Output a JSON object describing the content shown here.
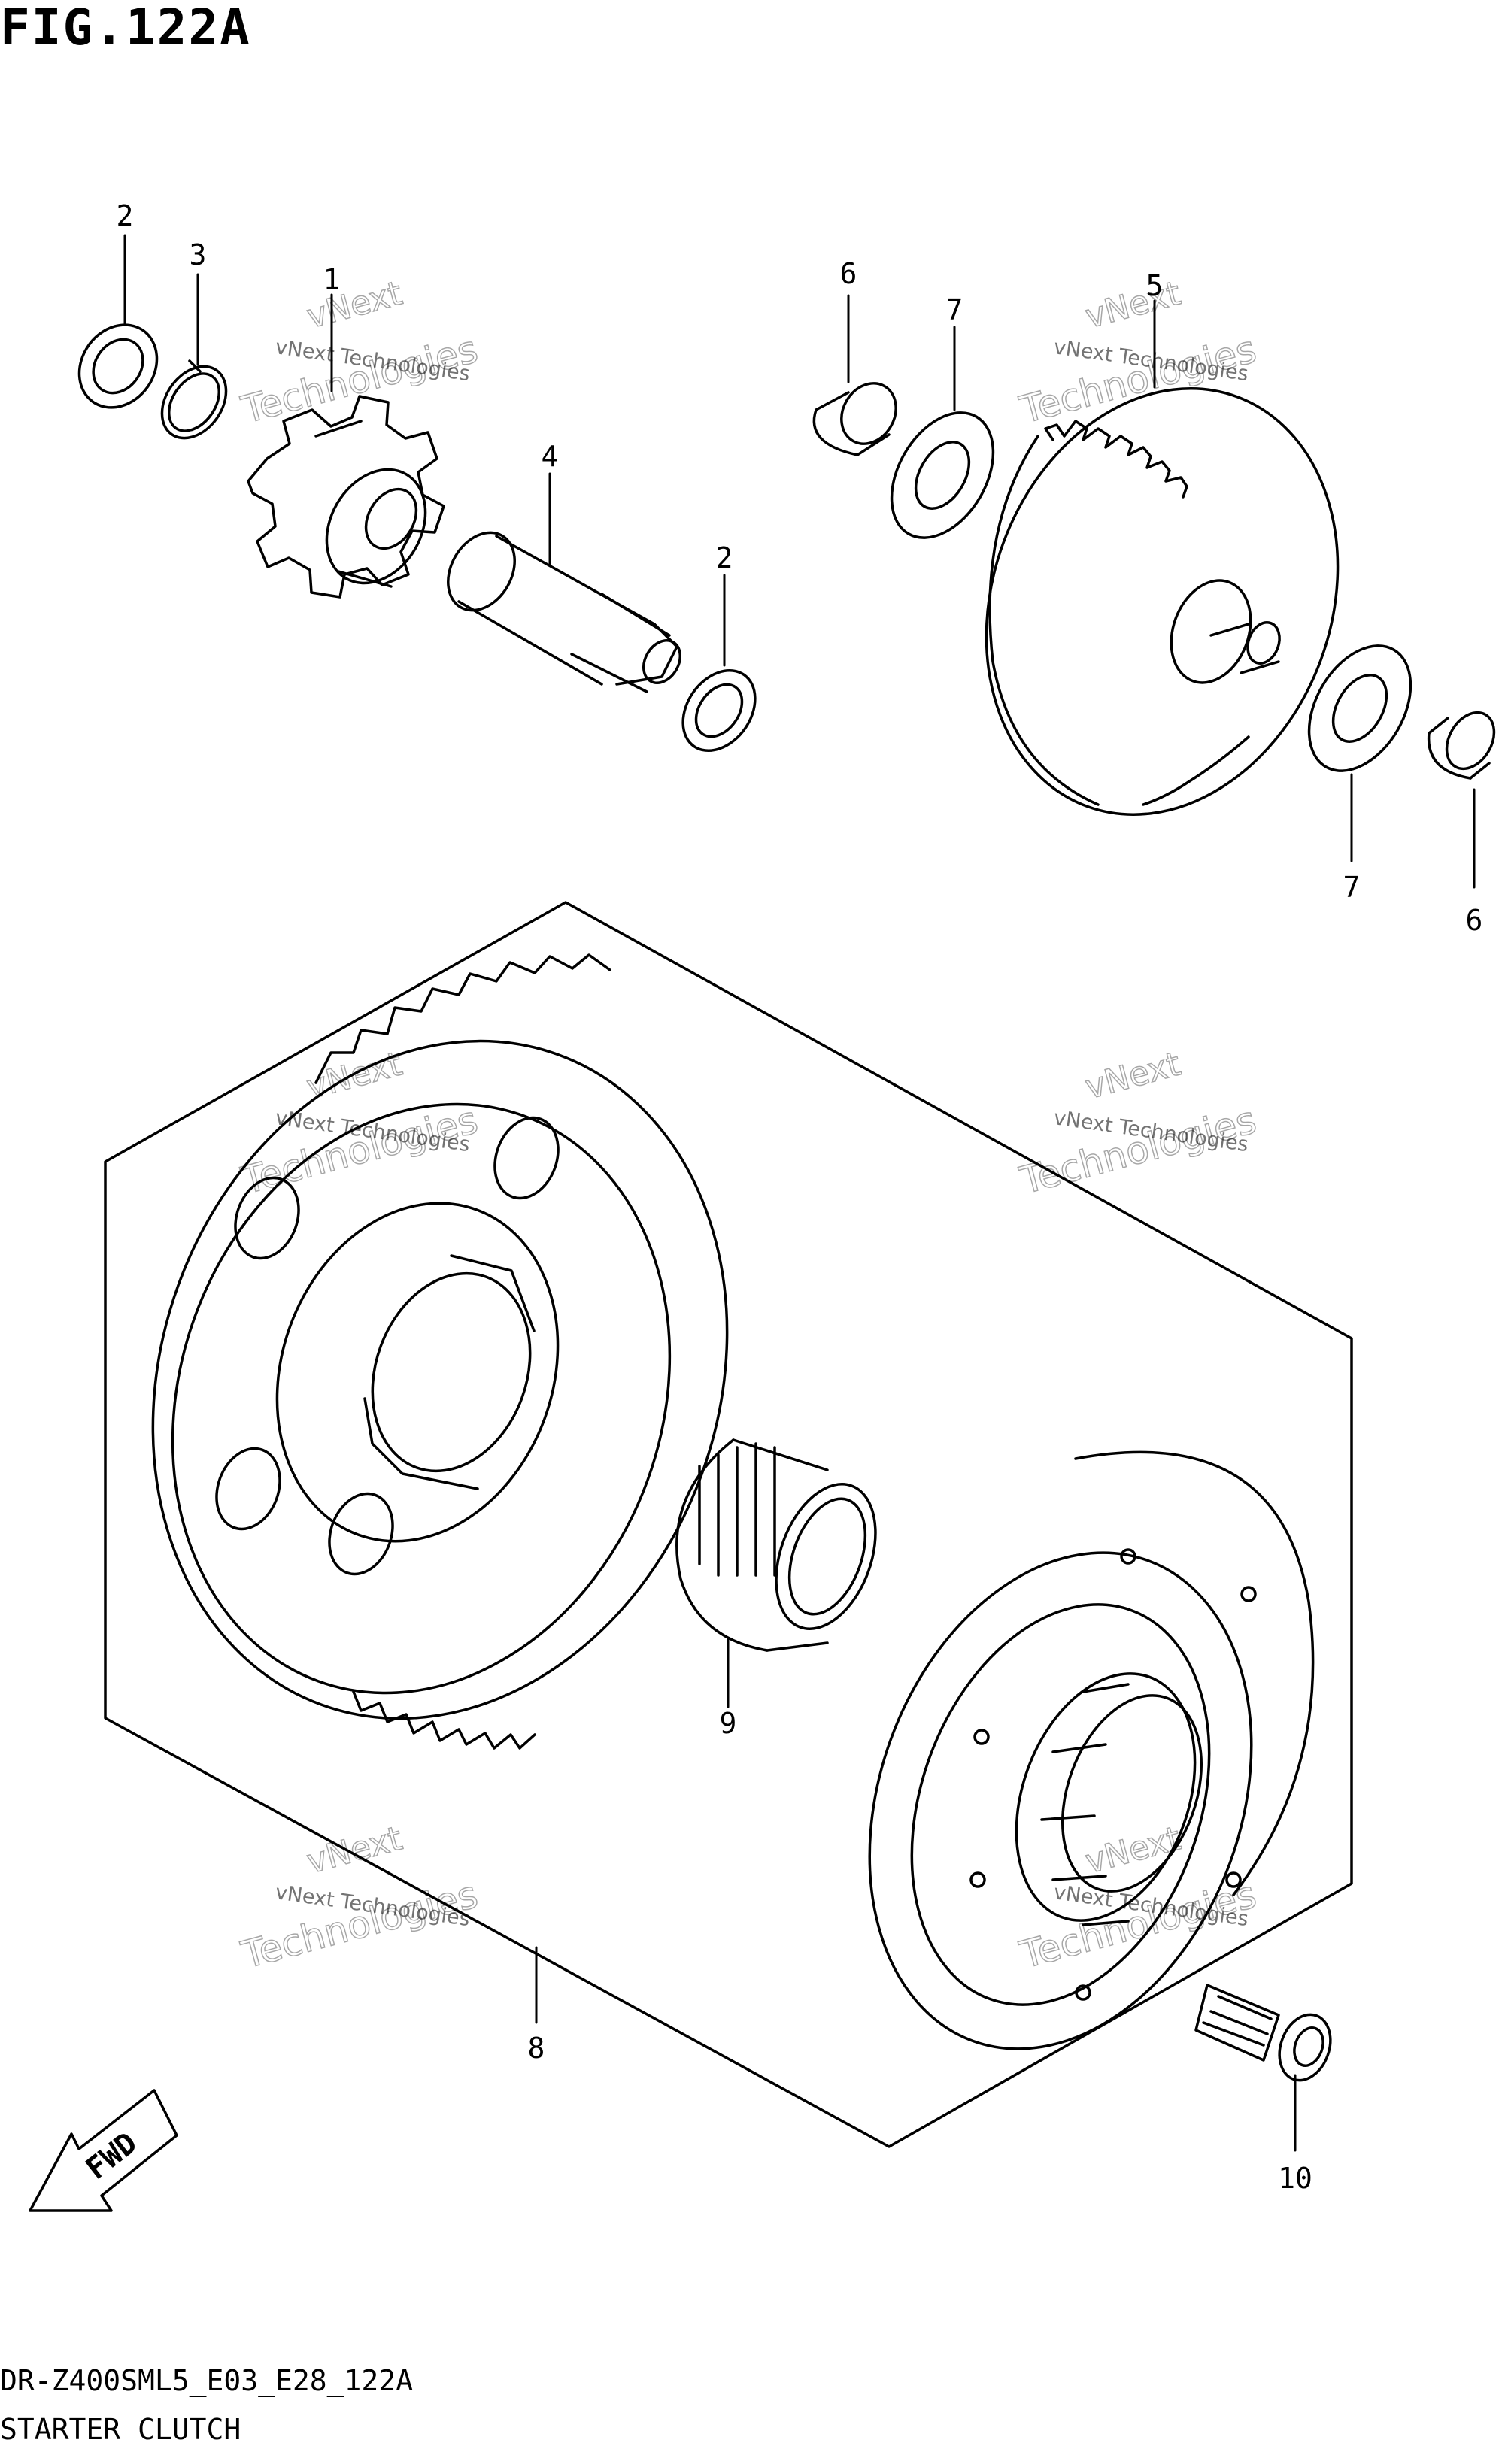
{
  "figure": {
    "title": "FIG.122A"
  },
  "footer": {
    "model_code": "DR-Z400SML5_E03_E28_122A",
    "diagram_name": "STARTER CLUTCH"
  },
  "callouts": [
    "1",
    "2",
    "2",
    "3",
    "4",
    "5",
    "6",
    "6",
    "7",
    "7",
    "8",
    "9",
    "10"
  ],
  "fwd_label": "FWD",
  "watermark": {
    "line1": "vNext Technologies",
    "line2": "vNext",
    "line3": "Technologies"
  }
}
